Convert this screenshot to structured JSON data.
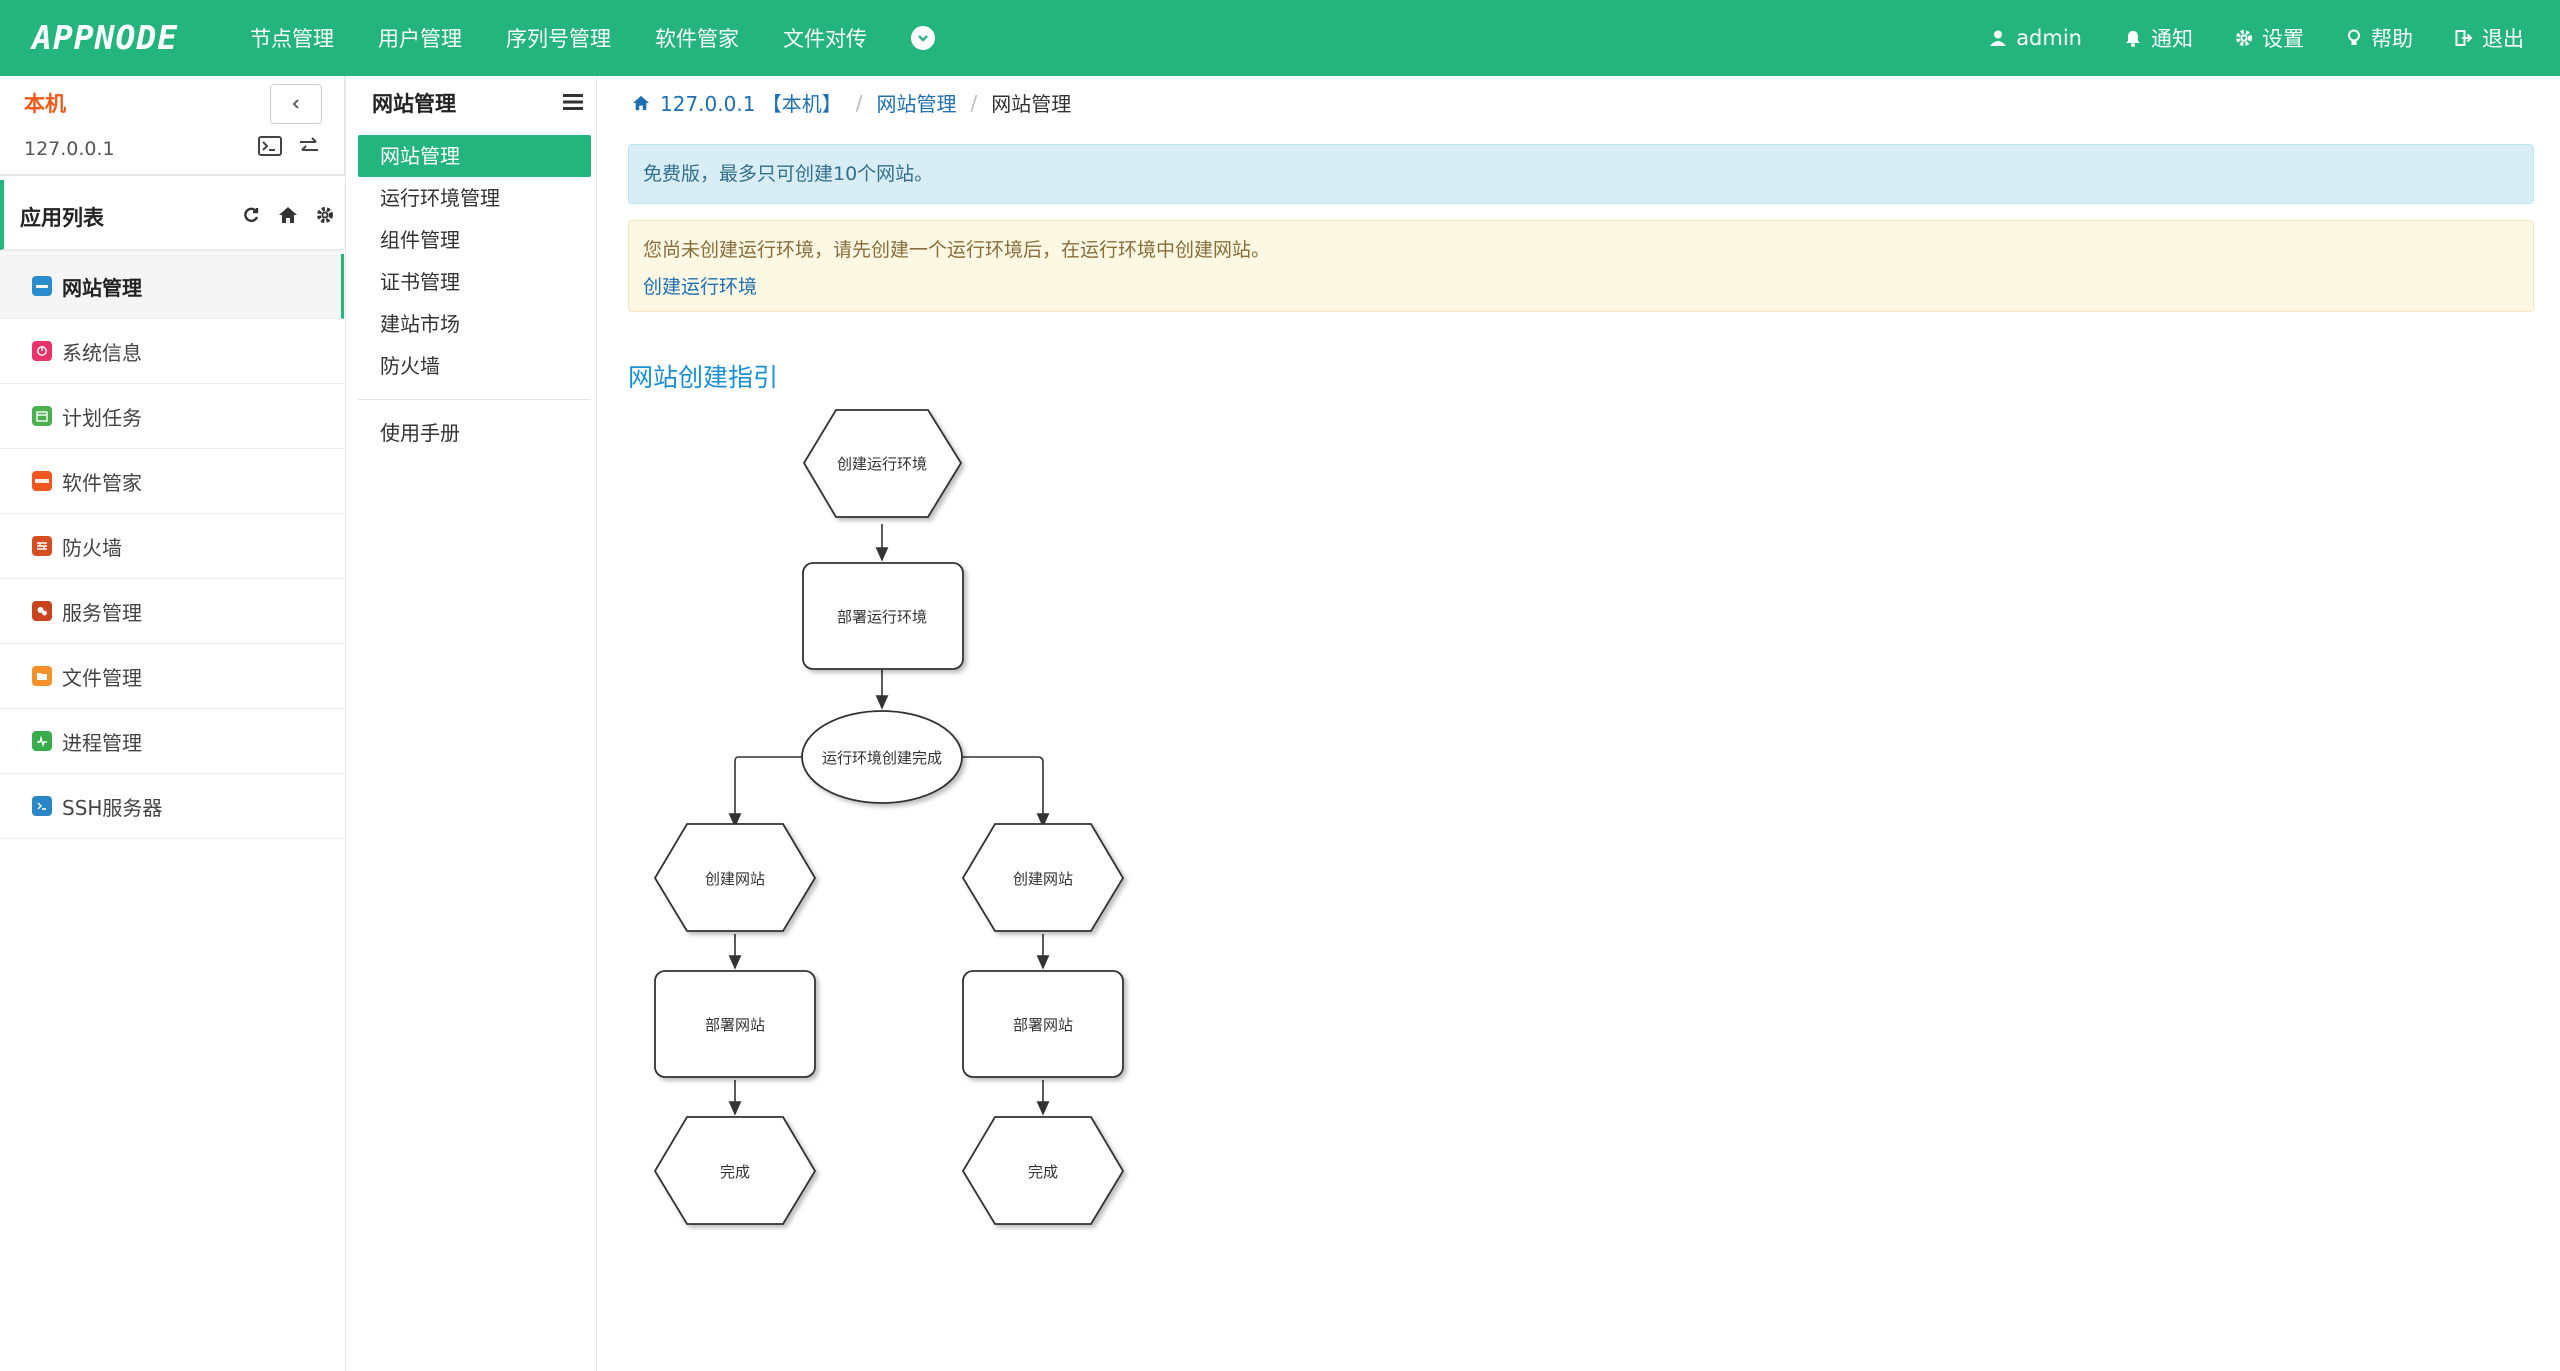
{
  "brand": "APPNODE",
  "top_nav": [
    "节点管理",
    "用户管理",
    "序列号管理",
    "软件管家",
    "文件对传"
  ],
  "top_right": {
    "user": "admin",
    "notify": "通知",
    "settings": "设置",
    "help": "帮助",
    "logout": "退出"
  },
  "host": {
    "name": "本机",
    "ip": "127.0.0.1"
  },
  "app_list": {
    "title": "应用列表",
    "items": [
      {
        "label": "网站管理",
        "color": "#2b8ccd"
      },
      {
        "label": "系统信息",
        "color": "#e8336b"
      },
      {
        "label": "计划任务",
        "color": "#4bb04f"
      },
      {
        "label": "软件管家",
        "color": "#f0561f"
      },
      {
        "label": "防火墙",
        "color": "#d54e21"
      },
      {
        "label": "服务管理",
        "color": "#c9441b"
      },
      {
        "label": "文件管理",
        "color": "#f5912b"
      },
      {
        "label": "进程管理",
        "color": "#39ad4c"
      },
      {
        "label": "SSH服务器",
        "color": "#2a87c4"
      }
    ]
  },
  "mid_nav": {
    "title": "网站管理",
    "items": [
      "网站管理",
      "运行环境管理",
      "组件管理",
      "证书管理",
      "建站市场",
      "防火墙"
    ],
    "extra": "使用手册"
  },
  "breadcrumb": {
    "home": "127.0.0.1 【本机】",
    "section": "网站管理",
    "current": "网站管理"
  },
  "alerts": {
    "info": "免费版，最多只可创建10个网站。",
    "warning": "您尚未创建运行环境，请先创建一个运行环境后，在运行环境中创建网站。",
    "warning_link": "创建运行环境"
  },
  "guide": {
    "title": "网站创建指引",
    "steps": {
      "create_env": "创建运行环境",
      "deploy_env": "部署运行环境",
      "env_done": "运行环境创建完成",
      "create_site_left": "创建网站",
      "deploy_site_left": "部署网站",
      "done_left": "完成",
      "create_site_right": "创建网站",
      "deploy_site_right": "部署网站",
      "done_right": "完成"
    }
  },
  "colors": {
    "brand_green": "#24b47e",
    "link_blue": "#1f6fb3",
    "host_orange": "#f05a1a"
  }
}
